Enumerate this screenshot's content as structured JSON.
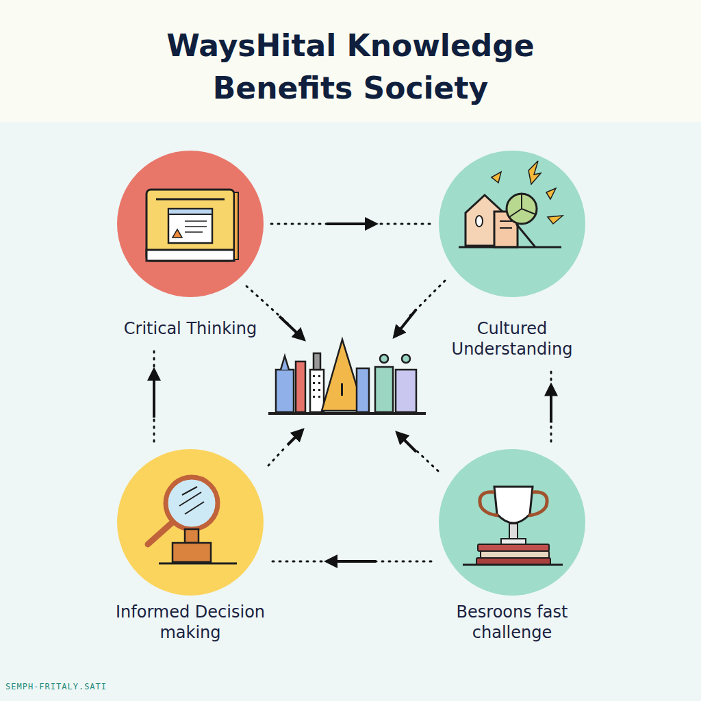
{
  "diagram": {
    "title": "WaysHital Knowledge Benefits Society",
    "nodes": [
      {
        "text": [
          "Critical Thinking"
        ]
      },
      {
        "text": [
          "Cultured Understanding"
        ]
      },
      {
        "text": [
          "Informed Decision making"
        ]
      },
      {
        "text": [
          "Besroons fast challenge"
        ]
      }
    ],
    "edges": [
      {
        "from": 0,
        "to": 1,
        "arrow": "to"
      },
      {
        "from": 2,
        "to": 0,
        "arrow": "to"
      },
      {
        "from": 3,
        "to": 1,
        "arrow": "to"
      },
      {
        "from": 3,
        "to": 2,
        "arrow": "to"
      }
    ],
    "labels": [
      "SEMPH-FRITALY.SATI"
    ]
  }
}
